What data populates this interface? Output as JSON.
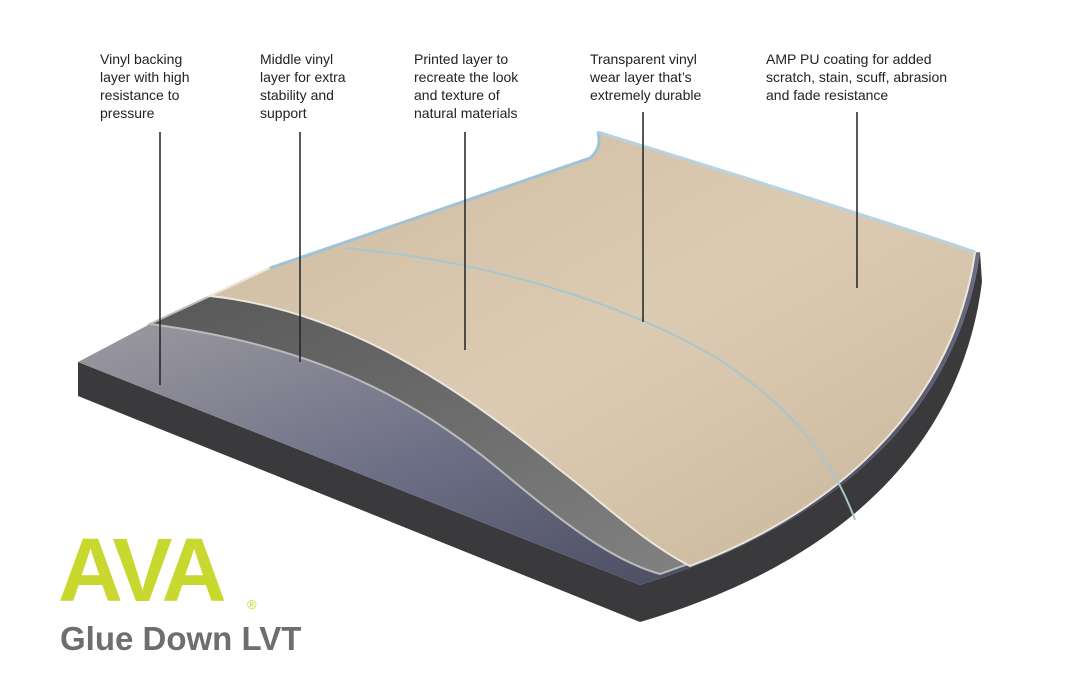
{
  "callouts": [
    {
      "text": "Vinyl backing\nlayer with high\nresistance to\npressure"
    },
    {
      "text": "Middle vinyl\nlayer for extra\nstability and\nsupport"
    },
    {
      "text": "Printed layer to\nrecreate the look\nand texture of\nnatural materials"
    },
    {
      "text": "Transparent vinyl\nwear layer that’s\nextremely durable"
    },
    {
      "text": "AMP PU coating for added\nscratch, stain, scuff, abrasion\nand fade resistance"
    }
  ],
  "logo": {
    "brand": "AVA",
    "registered": "®",
    "product": "Glue Down LVT",
    "brand_color": "#c8d82e",
    "product_color": "#6d6e70"
  }
}
